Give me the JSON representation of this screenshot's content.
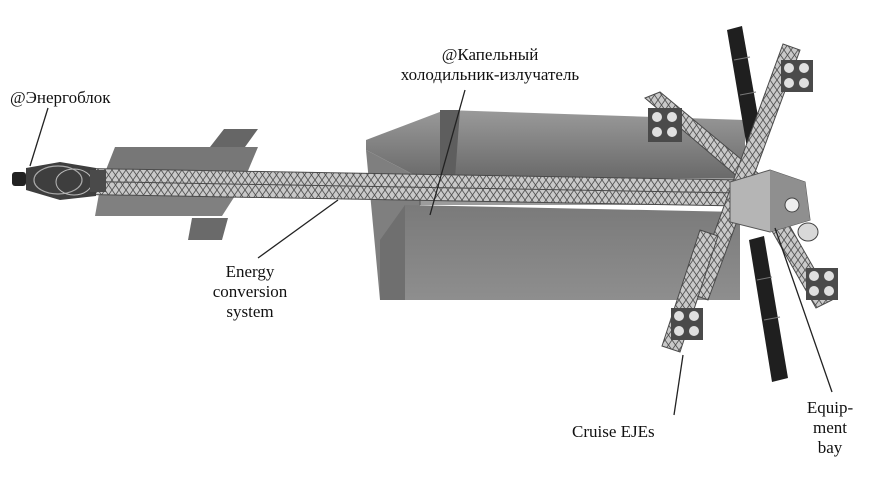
{
  "labels": {
    "power_unit": "@Энергоблок",
    "radiator": [
      "@Капельный",
      "холодильник-излучатель"
    ],
    "energy_conversion": [
      "Energy",
      "conversion",
      "system"
    ],
    "cruise_ejes": "Cruise EJEs",
    "equipment_bay": [
      "Equip-",
      "ment",
      "bay"
    ]
  },
  "colors": {
    "background": "#ffffff",
    "panel_dark": "#6e6e6e",
    "panel_mid": "#8c8c8c",
    "panel_light": "#a8a8a8",
    "truss": "#5a5a5a",
    "leader_line": "#222222",
    "label_text": "#111111"
  }
}
